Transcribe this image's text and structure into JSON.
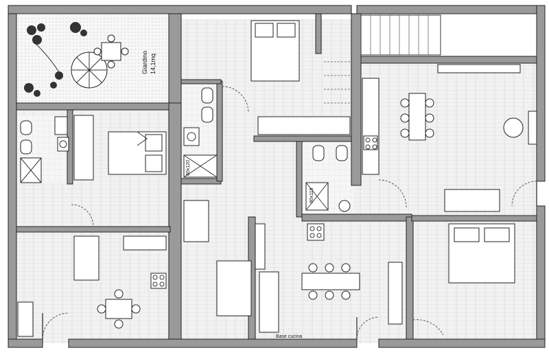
{
  "garden": {
    "name": "Giardino",
    "area": "14,1mq"
  },
  "showers": {
    "first": "80x120",
    "second": "80x115"
  },
  "kitchen_label": "Base cucina",
  "colors": {
    "floor": "#ececec",
    "wall": "#9a9a9a",
    "line": "#222222",
    "garden": "#f3f3f3"
  }
}
